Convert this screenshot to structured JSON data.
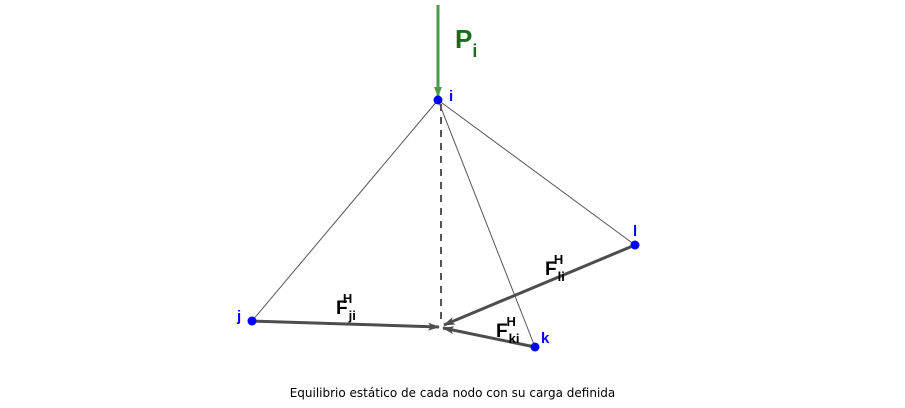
{
  "diagram": {
    "load": {
      "symbol": "P",
      "subscript": "i"
    },
    "nodes": {
      "i": "i",
      "j": "j",
      "k": "k",
      "l": "l"
    },
    "forces": [
      {
        "symbol": "F",
        "subscript": "ji",
        "superscript": "H"
      },
      {
        "symbol": "F",
        "subscript": "ki",
        "superscript": "H"
      },
      {
        "symbol": "F",
        "subscript": "li",
        "superscript": "H"
      }
    ],
    "colors": {
      "load": "#4a9a4a",
      "load_label": "#1a6b1a",
      "node": "#0000ff",
      "force": "#4d4d4d",
      "bar": "#555555"
    }
  },
  "caption": "Equilibrio estático de cada nodo con su carga definida"
}
